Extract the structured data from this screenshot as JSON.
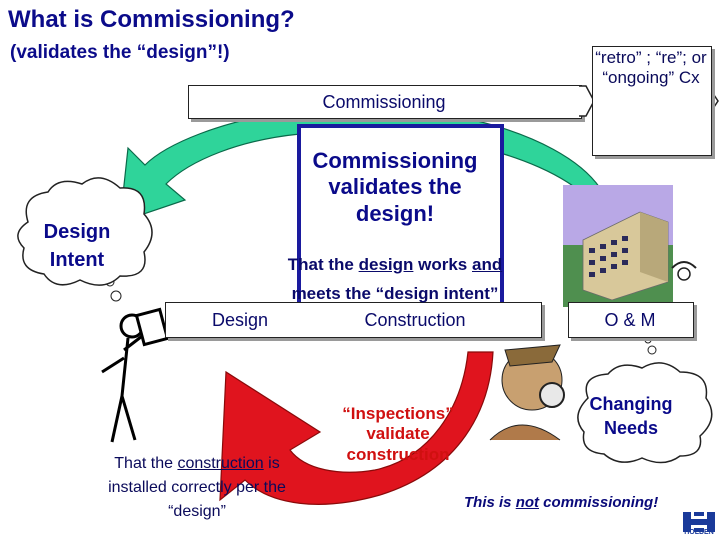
{
  "header": {
    "title": "What is Commissioning?",
    "subtitle": "(validates the “design”!)"
  },
  "timeline": {
    "commissioning_label": "Commissioning",
    "design_label": "Design",
    "construction_label": "Construction",
    "om_label": "O & M"
  },
  "center_box": {
    "headline": "Commissioning validates the design!",
    "works_prefix": "That the ",
    "works_design": "design",
    "works_middle": " works ",
    "works_and": "and",
    "works_suffix": " meets the “design intent”"
  },
  "callouts": {
    "retro": "“retro” ; “re”; or “ongoing” Cx",
    "design_intent": "Design Intent",
    "changing_needs": "Changing Needs",
    "inspections": "“Inspections” validate construction",
    "installed_prefix": "That the ",
    "installed_word": "construction",
    "installed_suffix": " is installed correctly per the “design”",
    "not_prefix": "This is ",
    "not_word": "not",
    "not_suffix": " commissioning!"
  },
  "logo": {
    "label": "HOLDEN"
  },
  "colors": {
    "title_navy": "#0b0b8a",
    "green_arrow": "#2fd49a",
    "red_arrow": "#e0141e",
    "box_border": "#1a1a9e"
  }
}
